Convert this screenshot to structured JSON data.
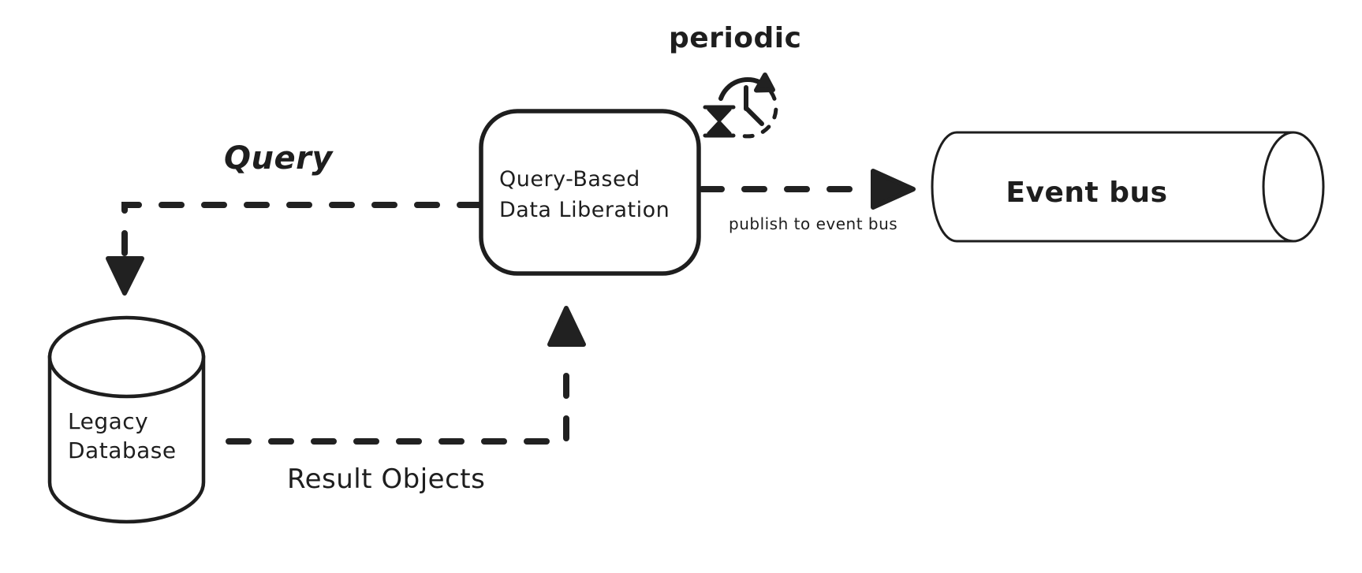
{
  "diagram": {
    "background_color": "#ffffff",
    "stroke_color": "#1e1e1e",
    "nodes": {
      "processor": {
        "label": "Query-Based\nData Liberation",
        "shape": "rounded-rectangle"
      },
      "legacy_database": {
        "label": "Legacy\nDatabase",
        "shape": "database-cylinder"
      },
      "event_bus": {
        "label": "Event bus",
        "shape": "horizontal-cylinder"
      }
    },
    "edges": {
      "query": {
        "label": "Query",
        "from": "processor",
        "to": "legacy_database",
        "style": "dashed-arrow"
      },
      "result_objects": {
        "label": "Result Objects",
        "from": "legacy_database",
        "to": "processor",
        "style": "dashed-arrow"
      },
      "publish": {
        "label": "publish to event bus",
        "from": "processor",
        "to": "event_bus",
        "style": "dashed-arrow"
      }
    },
    "annotations": {
      "periodic": {
        "label": "periodic",
        "icon": "recurring-clock-icon"
      }
    }
  }
}
